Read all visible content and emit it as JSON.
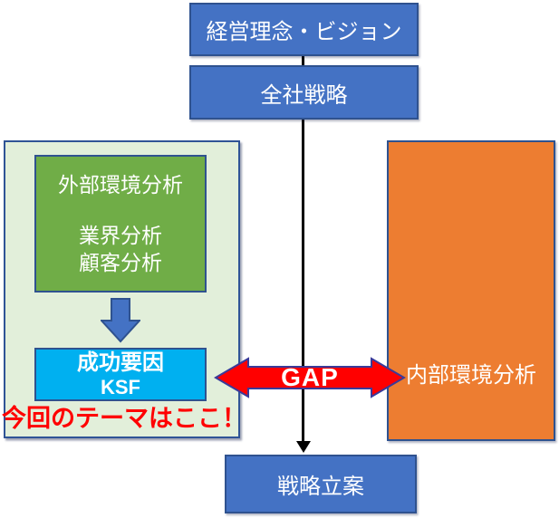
{
  "diagram": {
    "vision_box": {
      "label": "経営理念・ビジョン"
    },
    "company_strategy_box": {
      "label": "全社戦略"
    },
    "analysis_panel": {
      "external_box": {
        "title": "外部環境分析",
        "item1": "業界分析",
        "item2": "顧客分析"
      },
      "ksf_box": {
        "title": "成功要因",
        "subtitle": "KSF"
      },
      "theme_note": "今回のテーマはここ！"
    },
    "gap_arrow": {
      "label": "GAP"
    },
    "internal_analysis_box": {
      "label": "内部環境分析"
    },
    "strategy_planning_box": {
      "label": "戦略立案"
    },
    "colors": {
      "blue_fill": "#4472C4",
      "blue_border": "#2F528F",
      "panel_fill": "#E2EFDA",
      "panel_border": "#2F5496",
      "green_fill": "#70AD47",
      "cyan_fill": "#00B0F0",
      "orange_fill": "#ED7D31",
      "red_accent": "#FF0000",
      "gap_arrow_border": "#3A3A99",
      "flow_line": "#000000"
    }
  }
}
